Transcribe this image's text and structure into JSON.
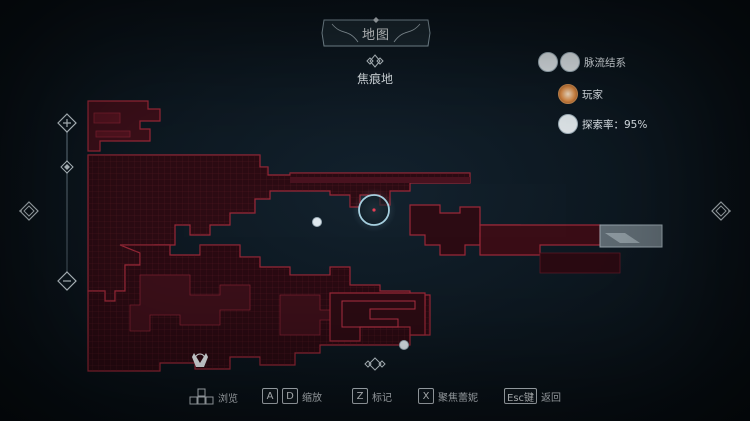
{
  "header": {
    "title": "地图",
    "area_name": "焦痕地"
  },
  "legend": {
    "items": [
      {
        "label": "脉流结系",
        "icon": "flower-icon"
      },
      {
        "label": "玩家",
        "icon": "player-icon"
      },
      {
        "label": "探索率：95%",
        "icon": "star-compass-icon"
      }
    ]
  },
  "controls": [
    {
      "keys": [
        "dpad"
      ],
      "label": "浏览"
    },
    {
      "keys": [
        "A",
        "D"
      ],
      "label": "缩放"
    },
    {
      "keys": [
        "Z"
      ],
      "label": "标记"
    },
    {
      "keys": [
        "X"
      ],
      "label": "聚焦蕾妮"
    },
    {
      "keys": [
        "Esc键"
      ],
      "label": "返回"
    }
  ],
  "colors": {
    "explored": "#8e2434",
    "explored_fill": "#3a0f18",
    "cursor": "#9cc7d8",
    "unexplored": "#7d8a92"
  }
}
